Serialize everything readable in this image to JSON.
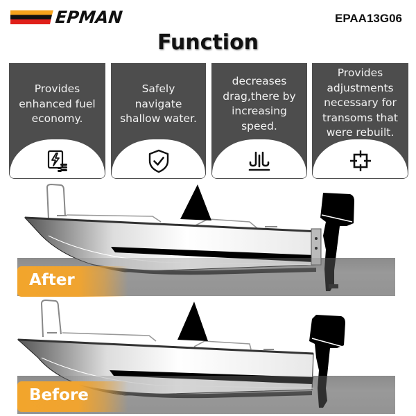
{
  "header": {
    "brand": "EPMAN",
    "brand_colors": [
      "#f5a21b",
      "#111111",
      "#e0201a"
    ],
    "sku": "EPAA13G06",
    "title": "Function"
  },
  "cards": [
    {
      "text_lines": [
        "Provides",
        "enhanced fuel",
        "economy."
      ],
      "icon": "fuel-economy-icon"
    },
    {
      "text_lines": [
        "Safely",
        "navigate",
        "shallow water."
      ],
      "icon": "shield-check-icon"
    },
    {
      "text_lines": [
        "decreases",
        "drag,there by",
        "increasing",
        "speed."
      ],
      "icon": "drag-reduction-icon"
    },
    {
      "text_lines": [
        "Provides",
        "adjustments",
        "necessary for",
        "transoms that",
        "were rebuilt."
      ],
      "icon": "adjustment-crosshair-icon"
    }
  ],
  "comparison": [
    {
      "label": "After",
      "accent": "#f2a52c"
    },
    {
      "label": "Before",
      "accent": "#f2a52c"
    }
  ],
  "colors": {
    "card_bg": "#4d4d4d",
    "water": "#9a9a9a"
  }
}
